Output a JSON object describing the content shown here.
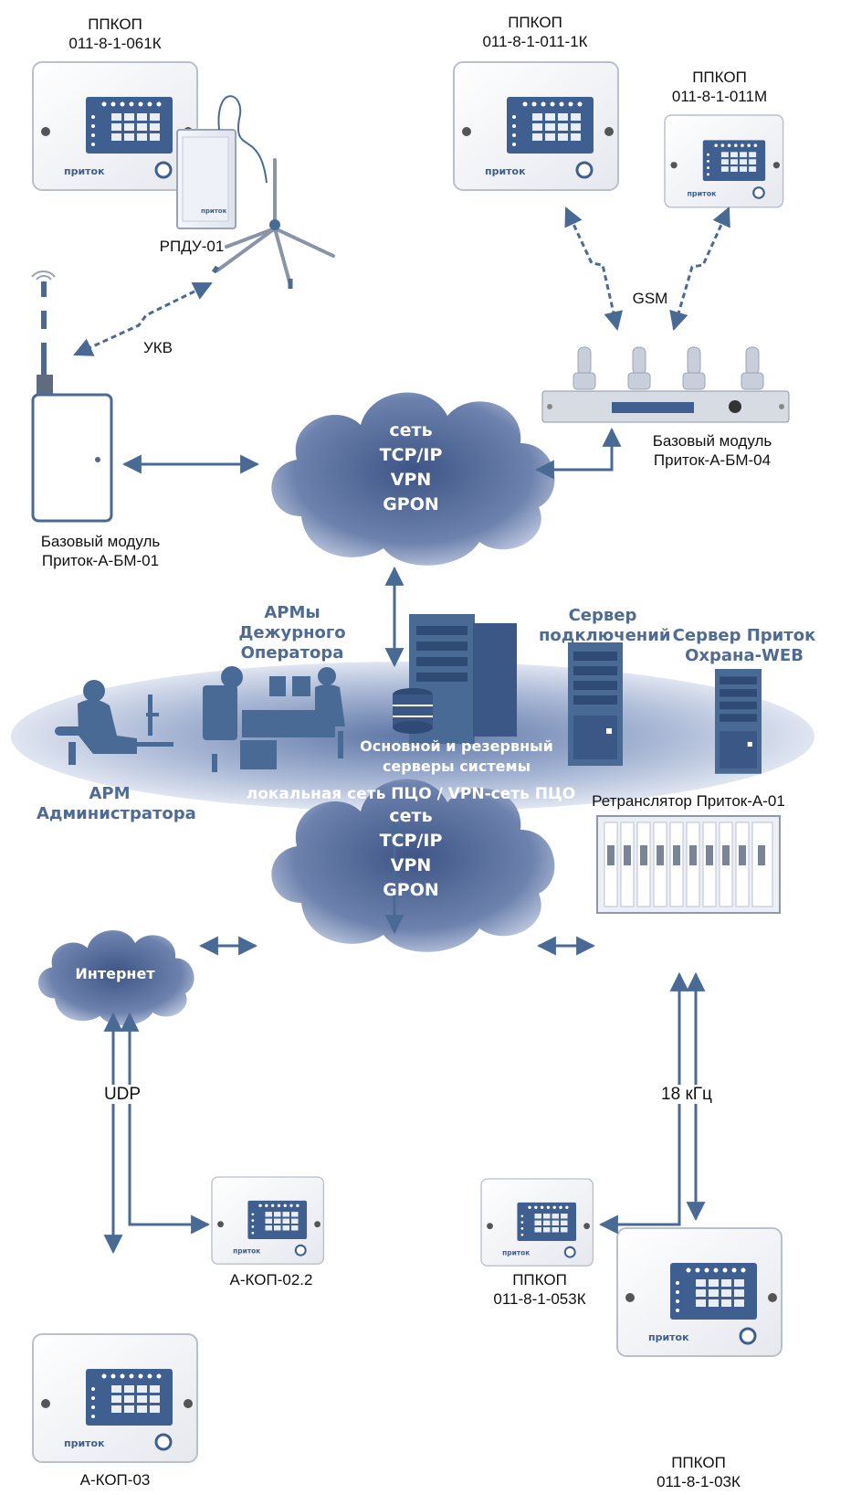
{
  "devices": {
    "ppkop_061k": {
      "name": "ППКОП",
      "model": "011-8-1-061К"
    },
    "ppkop_011_1k": {
      "name": "ППКОП",
      "model": "011-8-1-011-1К"
    },
    "ppkop_011m": {
      "name": "ППКОП",
      "model": "011-8-1-011М"
    },
    "rpdu": {
      "name": "РПДУ-01"
    },
    "bm01": {
      "line1": "Базовый модуль",
      "line2": "Приток-А-БМ-01"
    },
    "bm04": {
      "line1": "Базовый модуль",
      "line2": "Приток-А-БМ-04"
    },
    "retranslator": {
      "name": "Ретранслятор Приток-А-01"
    },
    "akop022": {
      "name": "А-КОП-02.2"
    },
    "akop03": {
      "name": "А-КОП-03"
    },
    "ppkop_053k": {
      "name": "ППКОП",
      "model": "011-8-1-053К"
    },
    "ppkop_03k": {
      "name": "ППКОП",
      "model": "011-8-1-03К"
    }
  },
  "links": {
    "ukv": "УКВ",
    "gsm": "GSM",
    "udp": "UDP",
    "khz": "18 кГц"
  },
  "network_cloud": {
    "line1": "сеть",
    "line2": "TCP/IP",
    "line3": "VPN",
    "line4": "GPON"
  },
  "internet_cloud": {
    "label": "Интернет"
  },
  "pco": {
    "arm_operator": [
      "АРМы",
      "Дежурного",
      "Оператора"
    ],
    "server_conn": [
      "Сервер",
      "подключений"
    ],
    "server_web": [
      "Сервер Приток",
      "Охрана-WEB"
    ],
    "main_servers": [
      "Основной и резервный",
      "серверы системы"
    ],
    "lan": "локальная сеть ПЦО / VPN-сеть ПЦО",
    "arm_admin": [
      "АРМ",
      "Администратора"
    ]
  },
  "brand": "приток",
  "colors": {
    "accent": "#4a6a96",
    "device_panel": "#3e5f8f",
    "cloud": "#6b7fa8",
    "arrow": "#4a6a96"
  }
}
